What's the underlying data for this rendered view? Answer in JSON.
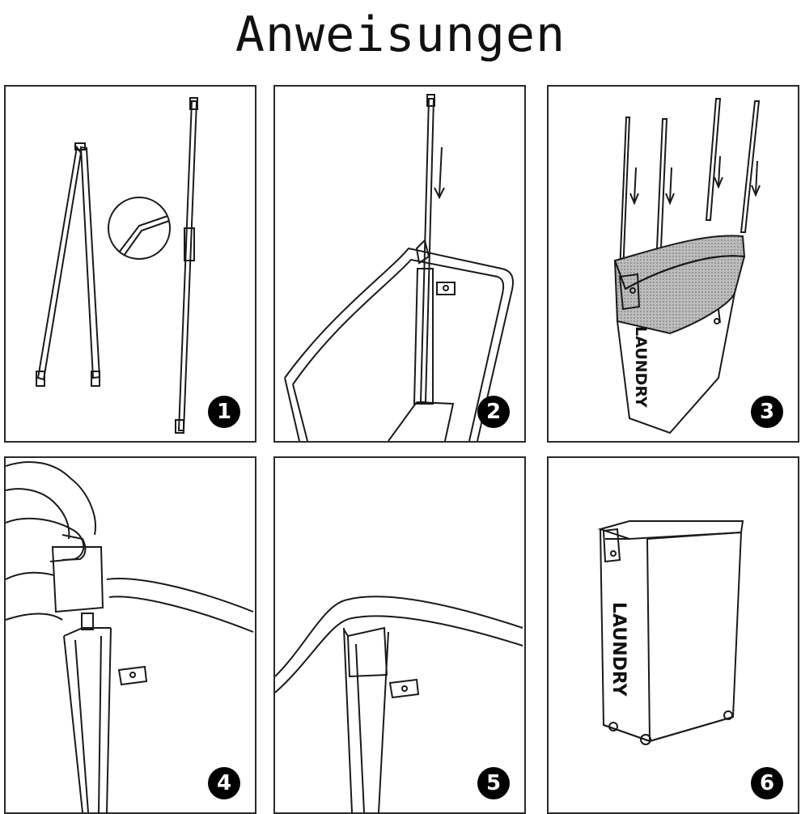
{
  "title": "Anweisungen",
  "steps": [
    {
      "number": "1"
    },
    {
      "number": "2"
    },
    {
      "number": "3",
      "label": "LAUNDRY"
    },
    {
      "number": "4"
    },
    {
      "number": "5"
    },
    {
      "number": "6",
      "label": "LAUNDRY"
    }
  ],
  "colors": {
    "ink": "#1a1a1a",
    "mesh": "#9a9a9a",
    "badge": "#000000"
  }
}
